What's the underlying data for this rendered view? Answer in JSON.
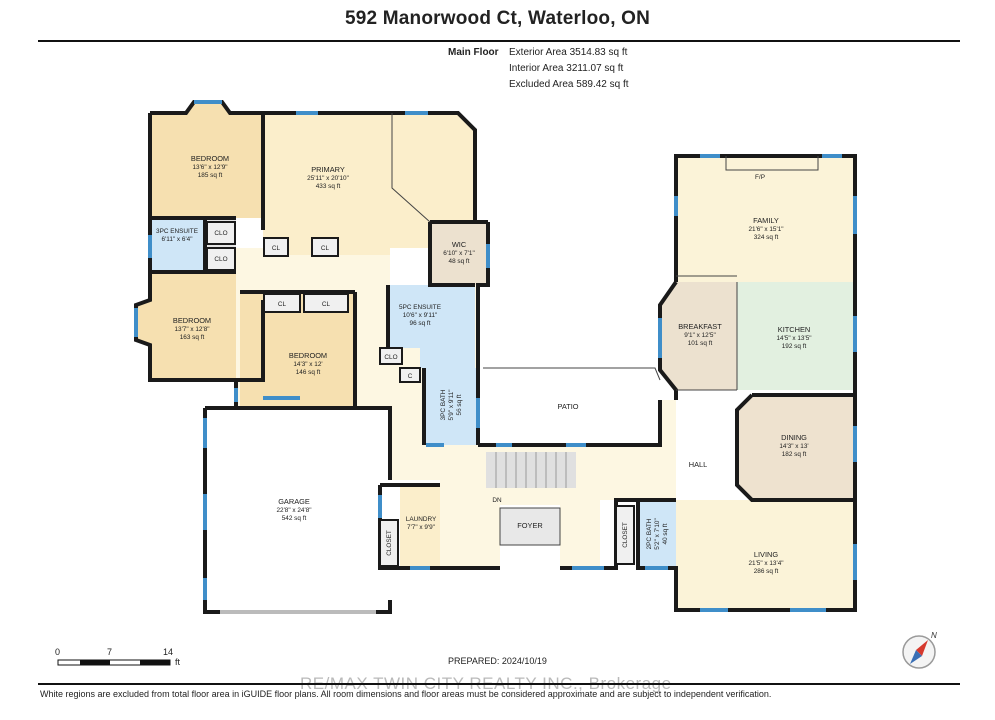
{
  "title": "592 Manorwood Ct, Waterloo, ON",
  "floor_label": "Main Floor",
  "areas": [
    "Exterior Area 3514.83 sq ft",
    "Interior Area 3211.07 sq ft",
    "Excluded Area 589.42 sq ft"
  ],
  "rooms": {
    "bedroom1": {
      "name": "BEDROOM",
      "dims": "13'6\" x 12'9\"",
      "area": "185 sq ft"
    },
    "primary": {
      "name": "PRIMARY",
      "dims": "25'11\" x 20'10\"",
      "area": "433 sq ft"
    },
    "ensuite3": {
      "name": "3PC ENSUITE",
      "dims": "6'11\" x 6'4\""
    },
    "wic": {
      "name": "WIC",
      "dims": "6'10\" x 7'1\"",
      "area": "48 sq ft"
    },
    "ensuite5": {
      "name": "5PC ENSUITE",
      "dims": "10'6\" x 9'11\"",
      "area": "96 sq ft"
    },
    "bedroom2": {
      "name": "BEDROOM",
      "dims": "13'7\" x 12'8\"",
      "area": "163 sq ft"
    },
    "bedroom3": {
      "name": "BEDROOM",
      "dims": "14'3\" x 12'",
      "area": "146 sq ft"
    },
    "bath3": {
      "name": "3PC BATH",
      "dims": "5'9\" x 9'11\"",
      "area": "56 sq ft"
    },
    "patio": {
      "name": "PATIO"
    },
    "family": {
      "name": "FAMILY",
      "dims": "21'6\" x 15'1\"",
      "area": "324 sq ft"
    },
    "breakfast": {
      "name": "BREAKFAST",
      "dims": "9'1\" x 12'5\"",
      "area": "101 sq ft"
    },
    "kitchen": {
      "name": "KITCHEN",
      "dims": "14'5\" x 13'5\"",
      "area": "192 sq ft"
    },
    "dining": {
      "name": "DINING",
      "dims": "14'3\" x 13'",
      "area": "182 sq ft"
    },
    "garage": {
      "name": "GARAGE",
      "dims": "22'8\" x 24'8\"",
      "area": "542 sq ft"
    },
    "laundry": {
      "name": "LAUNDRY",
      "dims": "7'7\" x 9'9\""
    },
    "foyer": {
      "name": "FOYER"
    },
    "bath2": {
      "name": "2PC BATH",
      "dims": "5'2\" x 7'10\"",
      "area": "40 sq ft"
    },
    "living": {
      "name": "LIVING",
      "dims": "21'5\" x 13'4\"",
      "area": "286 sq ft"
    }
  },
  "labels": {
    "clo": "CLO",
    "cl": "CL",
    "c": "C",
    "closet": "CLOSET",
    "fp": "F/P",
    "hall": "HALL",
    "dn": "DN"
  },
  "scale": {
    "ticks": [
      "0",
      "7",
      "14"
    ],
    "unit": "ft"
  },
  "compass": "N",
  "prepared": "PREPARED: 2024/10/19",
  "watermark": "RE/MAX TWIN CITY REALTY INC., Brokerage",
  "footer": "White regions are excluded from total floor area in iGUIDE floor plans. All room dimensions and floor areas must be considered approximate and are subject to independent verification.",
  "colors": {
    "bedroom": "#f6e0b0",
    "primary": "#fbeecb",
    "hall": "#fdf7e2",
    "bath": "#cfe6f7",
    "closet": "#e4e4e4",
    "breakfast": "#ece1cf",
    "kitchen": "#e2f0e0",
    "dining": "#eee2cf",
    "window": "#3f8ec9",
    "wall": "#1a1a1a"
  }
}
